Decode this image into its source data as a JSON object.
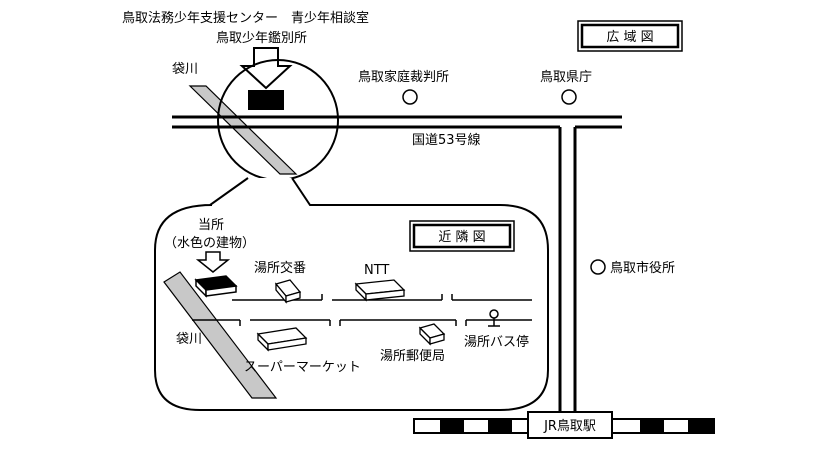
{
  "map": {
    "facility_name_line1": "鳥取法務少年支援センター　青少年相談室",
    "facility_name_line2": "鳥取少年鑑別所",
    "wide_area_title": "広 域 図",
    "river_top": "袋川",
    "family_court": "鳥取家庭裁判所",
    "prefectural_office": "鳥取県庁",
    "route53": "国道53号線",
    "city_hall": "鳥取市役所",
    "jr_station": "JR鳥取駅",
    "vicinity_title": "近 隣 図",
    "our_office_line1": "当所",
    "our_office_line2": "（水色の建物）",
    "police_box": "湯所交番",
    "ntt": "NTT",
    "river_bottom": "袋川",
    "supermarket": "スーパーマーケット",
    "post_office": "湯所郵便局",
    "bus_stop": "湯所バス停"
  },
  "colors": {
    "river": "#c8c8c8",
    "building_dark": "#000000",
    "building_light": "#ffffff",
    "line": "#000000"
  }
}
